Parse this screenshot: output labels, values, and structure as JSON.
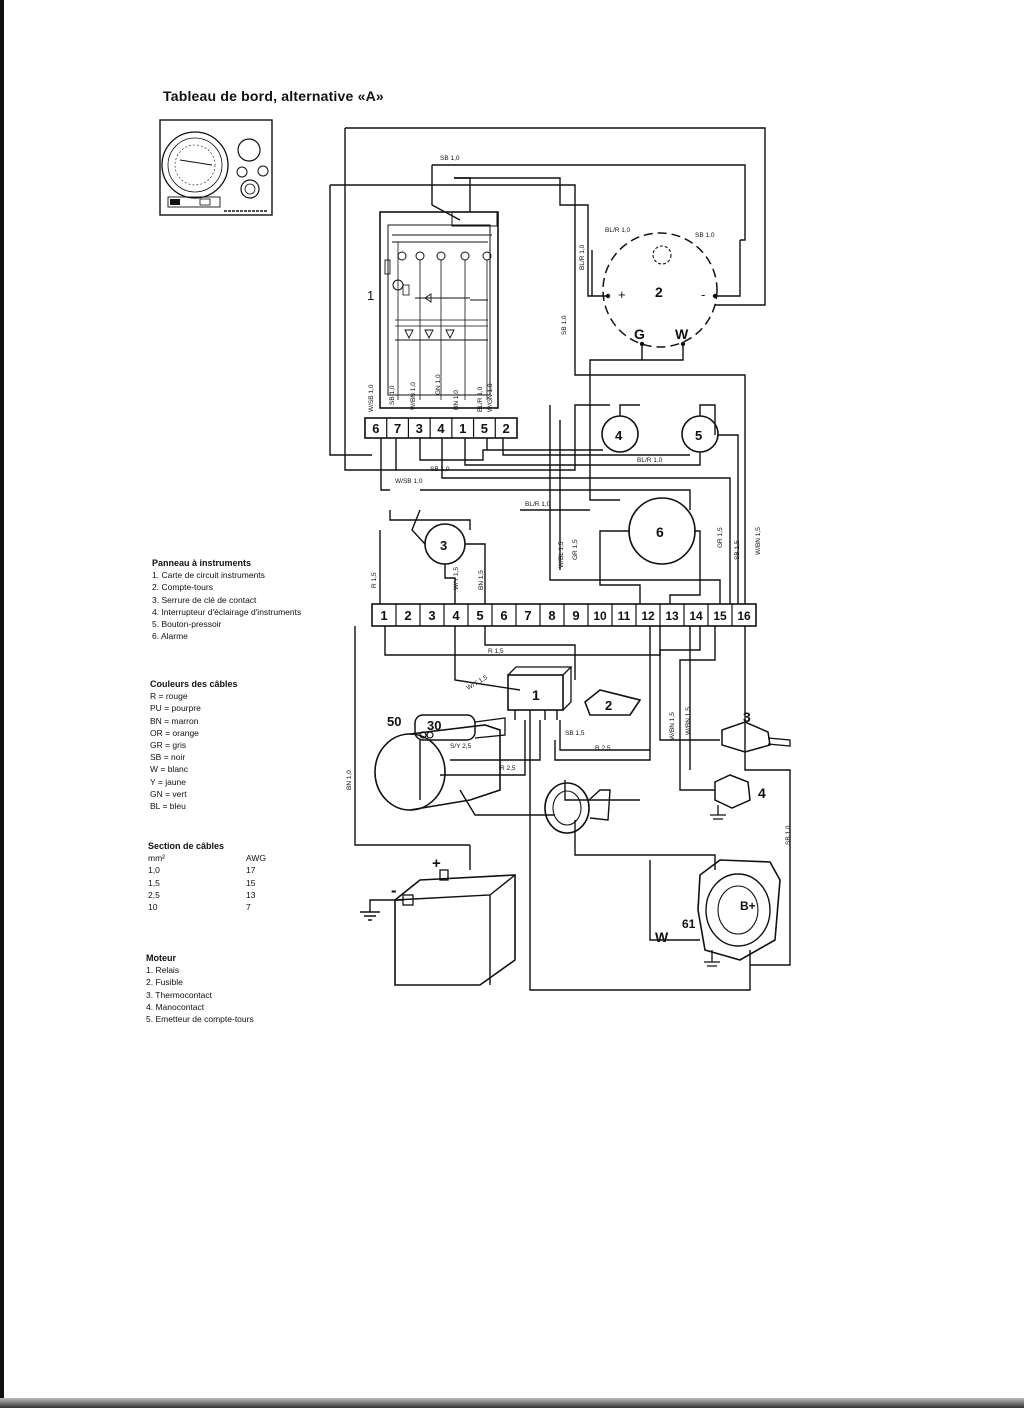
{
  "title": "Tableau de bord, alternative «A»",
  "panel_legend": {
    "heading": "Panneau à instruments",
    "items": [
      "1. Carte de circuit instruments",
      "2. Compte-tours",
      "3. Serrure de clé de contact",
      "4. Interrupteur d'éclairage d'instruments",
      "5. Bouton-pressoir",
      "6. Alarme"
    ]
  },
  "colors_legend": {
    "heading": "Couleurs des câbles",
    "items": [
      "R = rouge",
      "PU = pourpre",
      "BN = marron",
      "OR = orange",
      "GR = gris",
      "SB = noir",
      "W = blanc",
      "Y = jaune",
      "GN = vert",
      "BL = bleu"
    ]
  },
  "section_legend": {
    "heading": "Section de câbles",
    "col_mm": "mm²",
    "col_awg": "AWG",
    "rows": [
      {
        "mm": "1,0",
        "awg": "17"
      },
      {
        "mm": "1,5",
        "awg": "15"
      },
      {
        "mm": "2,5",
        "awg": "13"
      },
      {
        "mm": "10",
        "awg": "7"
      }
    ]
  },
  "engine_legend": {
    "heading": "Moteur",
    "items": [
      "1. Relais",
      "2. Fusible",
      "3. Thermocontact",
      "4. Manocontact",
      "5. Emetteur de compte-tours"
    ]
  },
  "panel_connector": [
    "6",
    "7",
    "3",
    "4",
    "1",
    "5",
    "2"
  ],
  "main_terminal": [
    "1",
    "2",
    "3",
    "4",
    "5",
    "6",
    "7",
    "8",
    "9",
    "10",
    "11",
    "12",
    "13",
    "14",
    "15",
    "16"
  ],
  "component_labels": {
    "card": "1",
    "tacho": "2",
    "ignition": "3",
    "switch4": "4",
    "button5": "5",
    "alarm6": "6",
    "relay": "1",
    "fuse": "2",
    "thermo": "3",
    "mano": "4",
    "starter_50": "50",
    "starter_30": "30",
    "alt_61": "61",
    "alt_b": "B+",
    "alt_w": "W",
    "tacho_plus": "+",
    "tacho_minus": "-",
    "tacho_g": "G",
    "tacho_w": "W",
    "batt_plus": "+",
    "batt_minus": "-"
  },
  "wire_labels": {
    "sb10_top": "SB 1,0",
    "blr10_tacho": "BL/R 1,0",
    "sb10_tacho": "SB 1,0",
    "blr10_vert": "BL/R 1,0",
    "sb10_vert": "SB 1,0",
    "wsb10_a": "W/SB 1,0",
    "sb10_a": "SB 1,0",
    "w_bn10_a": "W/BN 1,0",
    "gn10_a": "GN 1,0",
    "bn10_a": "BN 1,0",
    "blr10_a": "BL/R 1,0",
    "wgn10_a": "W/GN 1,0",
    "sb10_h1": "SB 1,0",
    "wsb10_h1": "W/SB 1,0",
    "blr10_h1": "BL/R 1,0",
    "blr10_h2": "BL/R 1,0",
    "r15_a": "R 1,5",
    "wy15_a": "W/Y 1,5",
    "bn15_a": "BN 1,5",
    "wbl15_a": "W/BL 1,5",
    "gr15_a": "GR 1,5",
    "gr15_b": "GR 1,5",
    "sb15_a": "SB 1,5",
    "wbn15_a": "W/BN 1,5",
    "r15_h": "R 1,5",
    "wy15_d": "W/Y 1,5",
    "bn10_left": "BN 1,0",
    "sy25": "S/Y 2,5",
    "r25_a": "R 2,5",
    "sb15_b": "SB 1,5",
    "r25_b": "R 2,5",
    "wbn15_r1": "W/BN 1,5",
    "wbn15_r2": "W/BN 1,5",
    "sb10_r": "SB 1,0"
  },
  "colors": {
    "ink": "#111111",
    "paper": "#ffffff"
  }
}
